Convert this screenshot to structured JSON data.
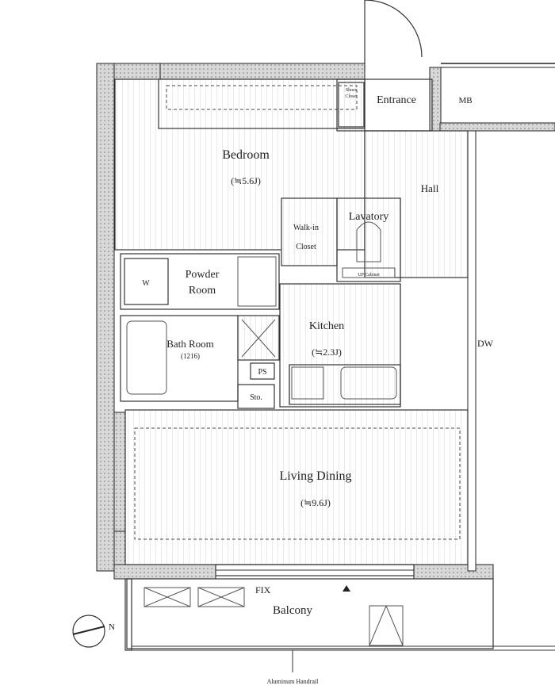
{
  "plan": {
    "rooms": {
      "bedroom": {
        "name": "Bedroom",
        "size": "(≒5.6J)"
      },
      "walk_in_closet": {
        "line1": "Walk-in",
        "line2": "Closet"
      },
      "entrance": {
        "name": "Entrance"
      },
      "shoes_closet": {
        "line1": "Shoes",
        "line2": "Closet"
      },
      "mb": {
        "name": "MB"
      },
      "hall": {
        "name": "Hall"
      },
      "lavatory": {
        "name": "Lavatory"
      },
      "up_cabinet": {
        "name": "UP Cabinet"
      },
      "powder_room": {
        "line1": "Powder",
        "line2": "Room"
      },
      "washer": {
        "name": "W"
      },
      "bath_room": {
        "name": "Bath Room",
        "size": "(1216)"
      },
      "kitchen": {
        "name": "Kitchen",
        "size": "(≒2.3J)"
      },
      "ps": {
        "name": "PS"
      },
      "storage": {
        "name": "Sto."
      },
      "living_dining": {
        "name": "Living Dining",
        "size": "(≒9.6J)"
      },
      "balcony": {
        "name": "Balcony"
      }
    },
    "annotations": {
      "dw": "DW",
      "fix": "FIX",
      "handrail": "Aluminum Handrail",
      "north": "N"
    }
  }
}
